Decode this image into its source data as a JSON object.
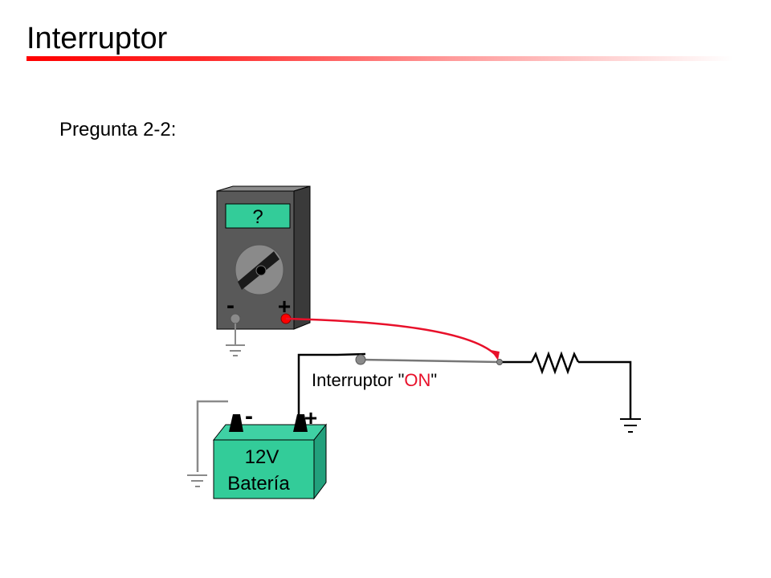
{
  "slide": {
    "title": "Interruptor",
    "question": "Pregunta 2-2:"
  },
  "multimeter": {
    "display": "?",
    "neg_terminal": "-",
    "pos_terminal": "+"
  },
  "switch": {
    "label_prefix": "Interruptor \"",
    "label_state": "ON",
    "label_suffix": "\""
  },
  "battery": {
    "voltage": "12V",
    "name": "Batería",
    "neg_terminal": "-",
    "pos_terminal": "+"
  },
  "colors": {
    "title_rule": "#ff0000",
    "meter_body": "#595959",
    "meter_display": "#33cc99",
    "battery": "#33cc99",
    "probe_lead": "#e8102a",
    "switch_state": "#e8102a"
  }
}
